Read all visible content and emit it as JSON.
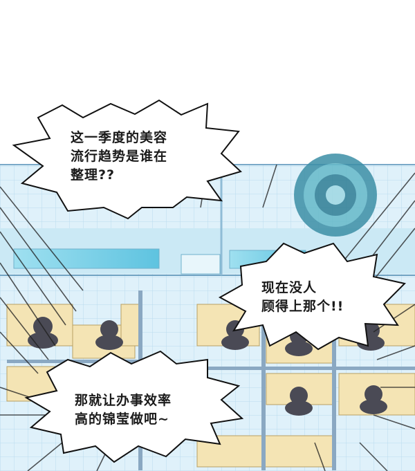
{
  "comic": {
    "bubble1": {
      "line1": "这一季度的美容",
      "line2": "流行趋势是谁在",
      "line3": "整理??"
    },
    "bubble2": {
      "line1": "现在没人",
      "line2": "顾得上那个!!"
    },
    "bubble3": {
      "line1": "那就让办事效率",
      "line2": "高的锦莹做吧~"
    }
  }
}
